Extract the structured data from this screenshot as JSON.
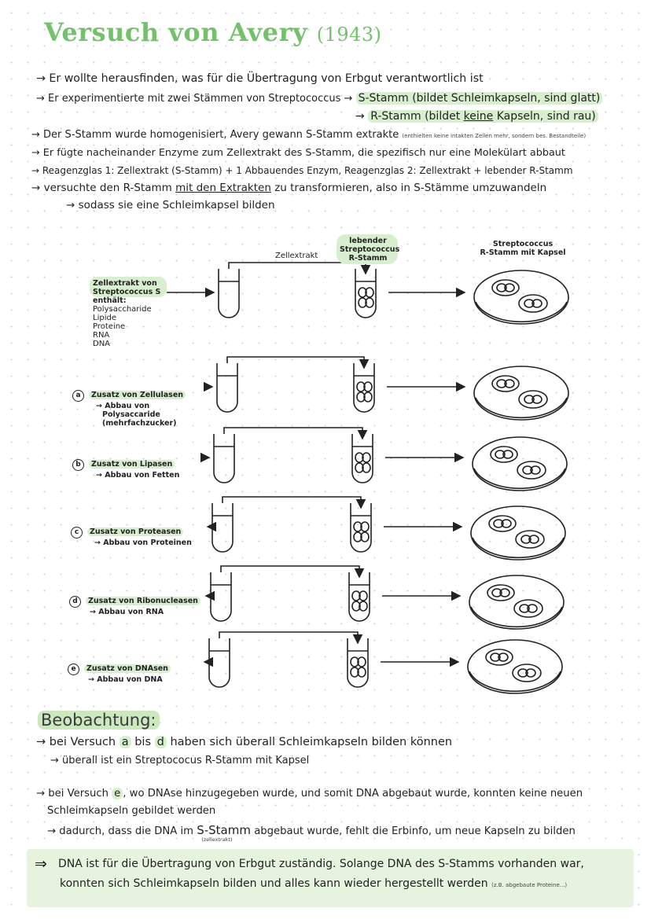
{
  "title": {
    "main": "Versuch von Avery",
    "year": "(1943)"
  },
  "intro": {
    "l1": "→ Er wollte herausfinden, was für die Übertragung von Erbgut verantwortlich ist",
    "l2a": "→ Er experimentierte mit zwei Stämmen von Streptococcus →",
    "l2b": "S-Stamm (bildet Schleimkapseln, sind glatt)",
    "l3_arrow": "→",
    "l3_pre": "R-Stamm (bildet",
    "l3_keine": "keine",
    "l3_post": "Kapseln, sind rau)",
    "l4": "→ Der S-Stamm wurde homogenisiert, Avery gewann S-Stamm extrakte",
    "l4_small": "(enthielten keine intakten Zellen mehr, sondern bes. Bestandteile)",
    "l5": "→ Er fügte nacheinander Enzyme zum Zellextrakt des S-Stamm, die spezifisch nur eine Molekülart abbaut",
    "l6": "→ Reagenzglas 1: Zellextrakt (S-Stamm) + 1 Abbauendes Enzym, Reagenzglas 2: Zellextrakt + lebender R-Stamm",
    "l7_pre": "→ versuchte den R-Stamm",
    "l7_ul": "mit den Extrakten",
    "l7_post": "zu transformieren, also in S-Stämme umzuwandeln",
    "l8": "→ sodass sie eine Schleimkapsel bilden"
  },
  "diagram": {
    "label_zellextrakt": "Zellextrakt",
    "label_lebender": [
      "lebender",
      "Streptococcus",
      "R-Stamm"
    ],
    "label_result": [
      "Streptococcus",
      "R-Stamm mit Kapsel"
    ],
    "extract_label": [
      "Zellextrakt von",
      "Streptococcus S"
    ],
    "contains_label": "enthält:",
    "contents": [
      "Polysaccharide",
      "Lipide",
      "Proteine",
      "RNA",
      "DNA"
    ],
    "rows": [
      {
        "letter": "a",
        "label": "Zusatz von Zellulasen",
        "sub": [
          "→ Abbau von",
          "Polysaccaride",
          "(mehrfachzucker)"
        ]
      },
      {
        "letter": "b",
        "label": "Zusatz von Lipasen",
        "sub": [
          "→ Abbau von Fetten"
        ]
      },
      {
        "letter": "c",
        "label": "Zusatz von Proteasen",
        "sub": [
          "→ Abbau von Proteinen"
        ]
      },
      {
        "letter": "d",
        "label": "Zusatz von Ribonucleasen",
        "sub": [
          "→ Abbau von RNA"
        ]
      },
      {
        "letter": "e",
        "label": "Zusatz von DNAsen",
        "sub": [
          "→ Abbau von DNA"
        ]
      }
    ]
  },
  "beobachtung": {
    "heading": "Beobachtung:",
    "b1_pre": "→ bei Versuch",
    "b1_a": "a",
    "b1_bis": "bis",
    "b1_d": "d",
    "b1_post": "haben sich überall Schleimkapseln bilden können",
    "b2": "→ überall ist ein Streptococus R-Stamm mit Kapsel",
    "b3_pre": "→ bei Versuch",
    "b3_e": "e",
    "b3_post": ", wo DNAse hinzugegeben wurde, und somit DNA abgebaut wurde, konnten keine neuen",
    "b4": "Schleimkapseln gebildet werden",
    "b5_pre": "→ dadurch, dass die DNA im",
    "b5_s": "S-Stamm",
    "b5_s_note": "(zellextrakt)",
    "b5_post": "abgebaut wurde, fehlt die Erbinfo, um neue Kapseln zu bilden"
  },
  "conclusion": {
    "arrow": "⇒",
    "l1": "DNA ist für die Übertragung von Erbgut zuständig. Solange DNA des S-Stamms vorhanden war,",
    "l2": "konnten sich Schleimkapseln bilden und alles kann wieder hergestellt werden",
    "l2_small": "(z.B. abgebaute Proteine...)"
  },
  "colors": {
    "title_green": "#74c06c",
    "highlight": "#d8efcf",
    "conclusion_bg": "#e6f4df"
  }
}
